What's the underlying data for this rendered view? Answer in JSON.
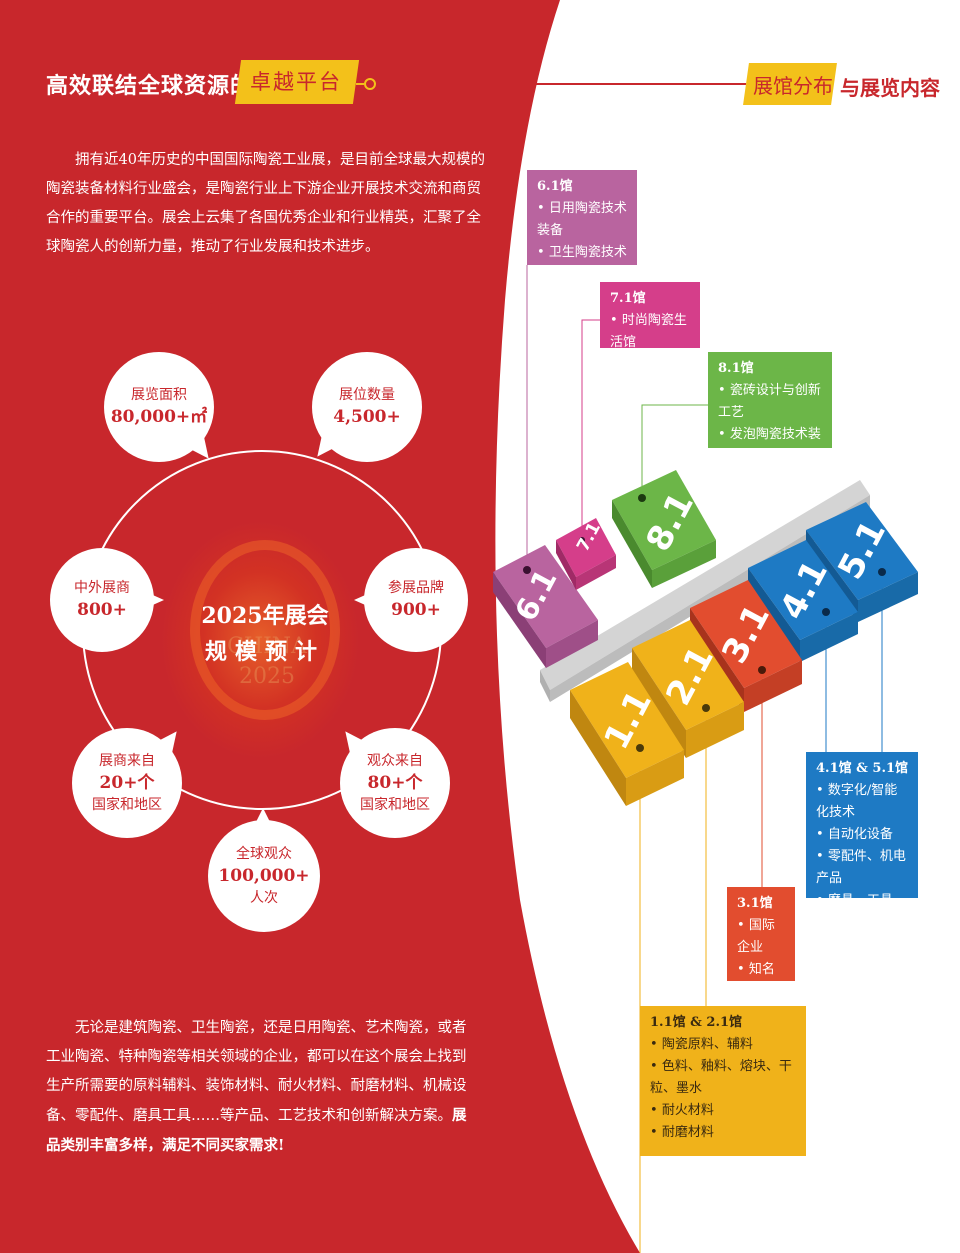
{
  "header": {
    "title": "高效联结全球资源的",
    "highlight": "卓越平台",
    "right_highlight": "展馆分布",
    "right_title": "与展览内容"
  },
  "intro_paragraph": "拥有近40年历史的中国国际陶瓷工业展，是目前全球最大规模的陶瓷装备材料行业盛会，是陶瓷行业上下游企业开展技术交流和商贸合作的重要平台。展会上云集了各国优秀企业和行业精英，汇聚了全球陶瓷人的创新力量，推动了行业发展和技术进步。",
  "center": {
    "line1": "2025年展会",
    "line2": "规模预计",
    "watermark1": "CHINA",
    "watermark2": "2025"
  },
  "stats": [
    {
      "label": "展览面积",
      "value": "80,000+㎡"
    },
    {
      "label": "展位数量",
      "value": "4,500+"
    },
    {
      "label": "中外展商",
      "value": "800+"
    },
    {
      "label": "参展品牌",
      "value": "900+"
    },
    {
      "label": "展商来自",
      "value": "20+个",
      "sub": "国家和地区"
    },
    {
      "label": "观众来自",
      "value": "80+个",
      "sub": "国家和地区"
    },
    {
      "label": "全球观众",
      "value": "100,000+",
      "sub": "人次"
    }
  ],
  "closing_paragraph": {
    "text": "无论是建筑陶瓷、卫生陶瓷，还是日用陶瓷、艺术陶瓷，或者工业陶瓷、特种陶瓷等相关领域的企业，都可以在这个展会上找到生产所需要的原料辅料、装饰材料、耐火材料、耐磨材料、机械设备、零配件、磨具工具……等产品、工艺技术和创新解决方案。",
    "bold": "展品类别丰富多样，满足不同买家需求!"
  },
  "halls": {
    "h61": {
      "title": "6.1馆",
      "items": [
        "日用陶瓷技术装备",
        "卫生陶瓷技术装备"
      ],
      "block": "6.1",
      "color": "#b9649f"
    },
    "h71": {
      "title": "7.1馆",
      "items": [
        "时尚陶瓷生活馆"
      ],
      "block": "7.1",
      "color": "#d53e8a"
    },
    "h81": {
      "title": "8.1馆",
      "items": [
        "瓷砖设计与创新工艺",
        "发泡陶瓷技术装备"
      ],
      "block": "8.1",
      "color": "#6cb648"
    },
    "h41_51": {
      "title": "4.1馆 & 5.1馆",
      "items": [
        "数字化/智能化技术",
        "自动化设备",
        "零配件、机电产品",
        "磨具、工具"
      ],
      "block_a": "4.1",
      "block_b": "5.1",
      "color": "#1e7ac4"
    },
    "h31": {
      "title": "3.1馆",
      "items": [
        "国际企业",
        "知名品牌"
      ],
      "block": "3.1",
      "color": "#e24d2f"
    },
    "h11_21": {
      "title": "1.1馆 & 2.1馆",
      "items": [
        "陶瓷原料、辅料",
        "色料、釉料、熔块、干粒、墨水",
        "耐火材料",
        "耐磨材料"
      ],
      "block_a": "1.1",
      "block_b": "2.1",
      "color": "#f0b21a"
    }
  },
  "colors": {
    "brand_red": "#c8272c",
    "accent_yellow": "#f3c11a"
  }
}
